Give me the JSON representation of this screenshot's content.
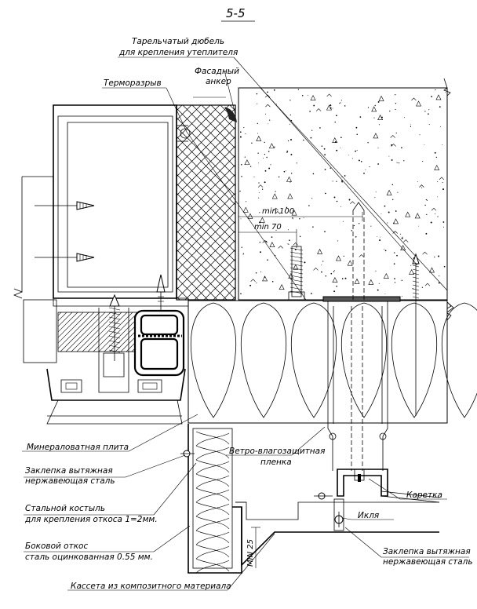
{
  "title": "5-5",
  "labels": {
    "dowel_line1": "Тарельчатый дюбель",
    "dowel_line2": "для крепления утеплителя",
    "anchor_line1": "Фасадный",
    "anchor_line2": "анкер",
    "thermal_break": "Терморазрыв",
    "mineral_wool": "Минераловатная плита",
    "rivet1_line1": "Заклепка вытяжная",
    "rivet1_line2": "нержавеющая сталь",
    "bracket_line1": "Стальной костыль",
    "bracket_line2": "для крепления откоса 1=2мм.",
    "side_slope_line1": "Боковой откос",
    "side_slope_line2": "сталь оцинкованная 0.55 мм.",
    "cassette": "Кассета из композитного материала",
    "membrane_line1": "Ветро-влагозащитная",
    "membrane_line2": "пленка",
    "carriage": "Каретка",
    "hook": "Икля",
    "rivet2_line1": "Заклепка вытяжная",
    "rivet2_line2": "нержавеющая сталь"
  },
  "dimensions": {
    "min100": "min 100",
    "min70": "min 70",
    "min25": "MIN 25"
  }
}
